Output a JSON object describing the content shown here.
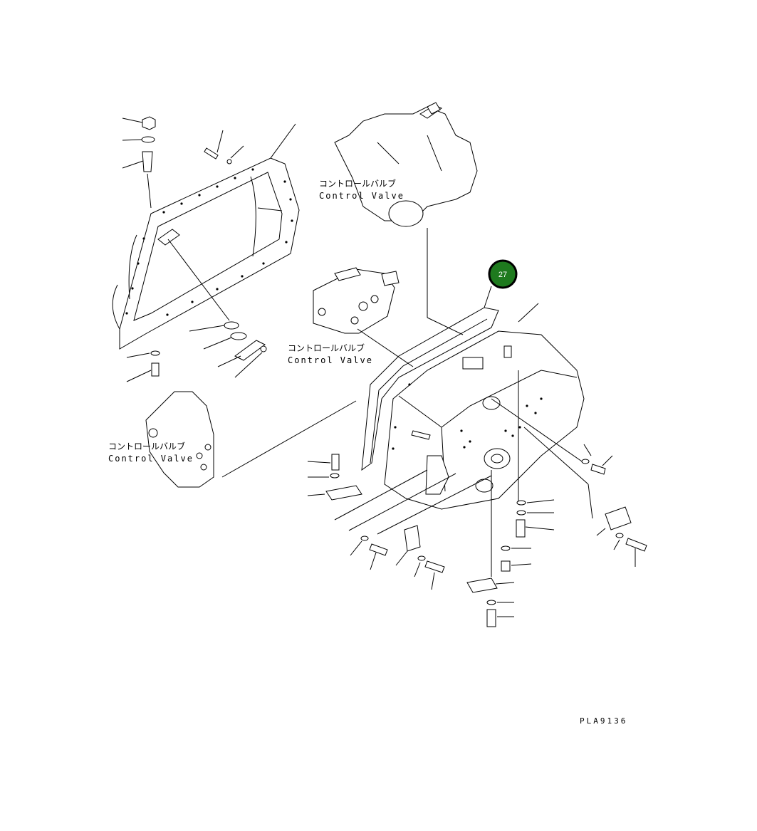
{
  "diagram": {
    "drawing_code": "PLA9136",
    "badge": {
      "number": "27",
      "fill": "#1e7a1e",
      "ring": "#000000"
    },
    "labels": [
      {
        "id": "valve-top",
        "jp": "コントロールバルブ",
        "en": "Control Valve"
      },
      {
        "id": "valve-middle",
        "jp": "コントロールバルブ",
        "en": "Control Valve"
      },
      {
        "id": "valve-left",
        "jp": "コントロールバルブ",
        "en": "Control Valve"
      }
    ]
  }
}
